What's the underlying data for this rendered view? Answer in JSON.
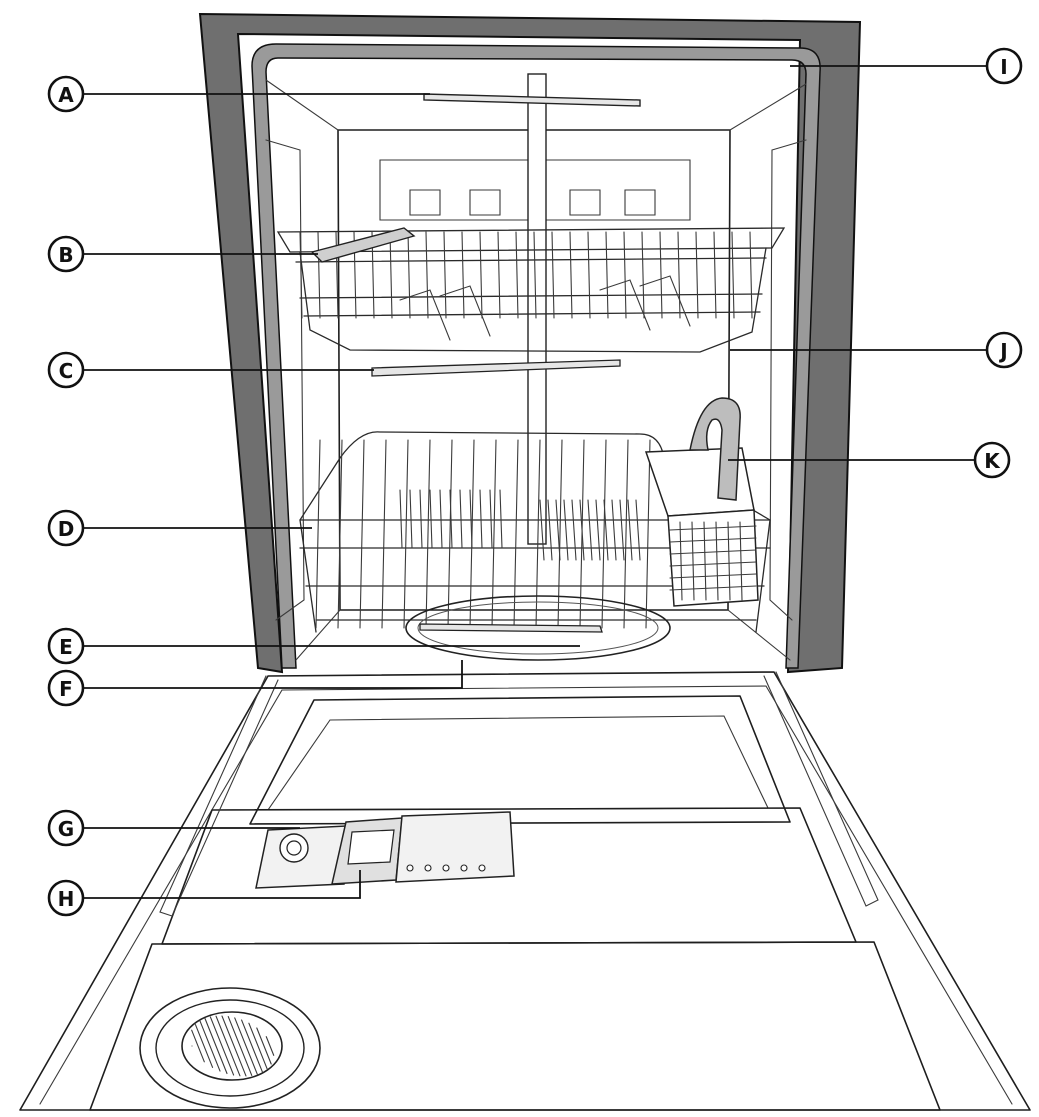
{
  "diagram": {
    "callouts": [
      {
        "id": "A",
        "label": "A",
        "anchor": "upper-spray-arm"
      },
      {
        "id": "B",
        "label": "B",
        "anchor": "upper-rack-handle"
      },
      {
        "id": "C",
        "label": "C",
        "anchor": "middle-spray-arm"
      },
      {
        "id": "D",
        "label": "D",
        "anchor": "lower-rack"
      },
      {
        "id": "E",
        "label": "E",
        "anchor": "lower-spray-arm"
      },
      {
        "id": "F",
        "label": "F",
        "anchor": "filter"
      },
      {
        "id": "G",
        "label": "G",
        "anchor": "rinse-aid-dispenser"
      },
      {
        "id": "H",
        "label": "H",
        "anchor": "detergent-dispenser"
      },
      {
        "id": "I",
        "label": "I",
        "anchor": "tub-gasket"
      },
      {
        "id": "J",
        "label": "J",
        "anchor": "upper-rack"
      },
      {
        "id": "K",
        "label": "K",
        "anchor": "silverware-basket"
      }
    ],
    "colors": {
      "line": "#1e1e1e",
      "gasket": "#6f6f6f",
      "background": "#ffffff"
    }
  }
}
